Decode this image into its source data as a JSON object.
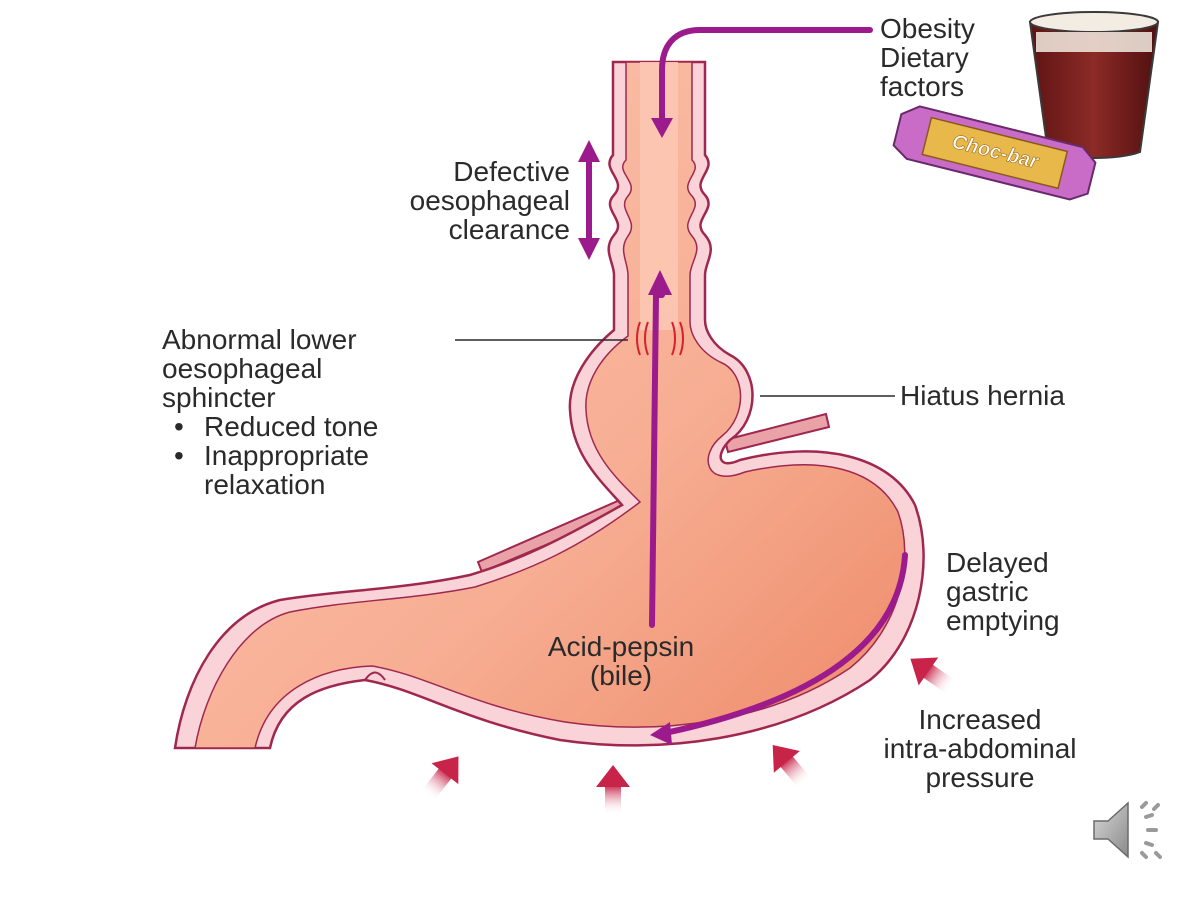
{
  "labels": {
    "obesity": [
      "Obesity",
      "Dietary",
      "factors"
    ],
    "clearance": [
      "Defective",
      "oesophageal",
      "clearance"
    ],
    "sphincter": [
      "Abnormal lower",
      "oesophageal",
      "sphincter"
    ],
    "sphincter_bullets": [
      [
        "Reduced tone"
      ],
      [
        "Inappropriate",
        "relaxation"
      ]
    ],
    "hiatus": "Hiatus hernia",
    "delayed": [
      "Delayed",
      "gastric",
      "emptying"
    ],
    "acid": [
      "Acid-pepsin",
      "(bile)"
    ],
    "pressure": [
      "Increased",
      "intra-abdominal",
      "pressure"
    ],
    "choc_bar": "Choc-bar"
  },
  "colors": {
    "tissue_fill": "#f6a88e",
    "lumen_fill": "#fbc6b2",
    "lining": "#f9d3d8",
    "outline": "#a0284f",
    "arrow_purple": "#9b1a8c",
    "pressure_arrow": "#c8244a",
    "glass_drink": "#7a1e1e",
    "wrapper": "#c86cc8"
  },
  "icons": {
    "speaker": "speaker-icon"
  }
}
